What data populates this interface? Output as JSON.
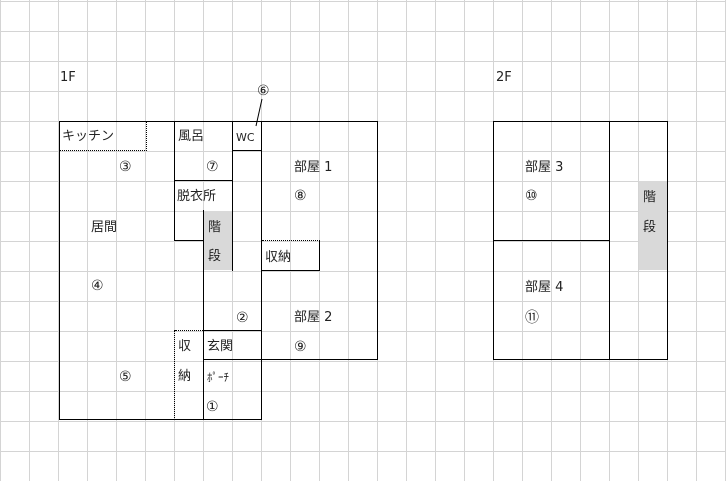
{
  "floors": {
    "first": "1F",
    "second": "2F"
  },
  "rooms": {
    "kitchen": "キッチン",
    "bath": "風呂",
    "wc": "WC",
    "room1": "部屋 1",
    "dressing": "脱衣所",
    "stairs_1": "階",
    "stairs_2": "段",
    "living": "居間",
    "storage": "収納",
    "room2": "部屋 2",
    "storage_v1": "収",
    "storage_v2": "納",
    "entrance": "玄関",
    "porch": "ﾎﾟｰﾁ",
    "room3": "部屋 3",
    "room4": "部屋 4"
  },
  "markers": {
    "m1": "①",
    "m2": "②",
    "m3": "③",
    "m4": "④",
    "m5": "⑤",
    "m6": "⑥",
    "m7": "⑦",
    "m8": "⑧",
    "m9": "⑨",
    "m10": "⑩",
    "m11": "⑪"
  }
}
